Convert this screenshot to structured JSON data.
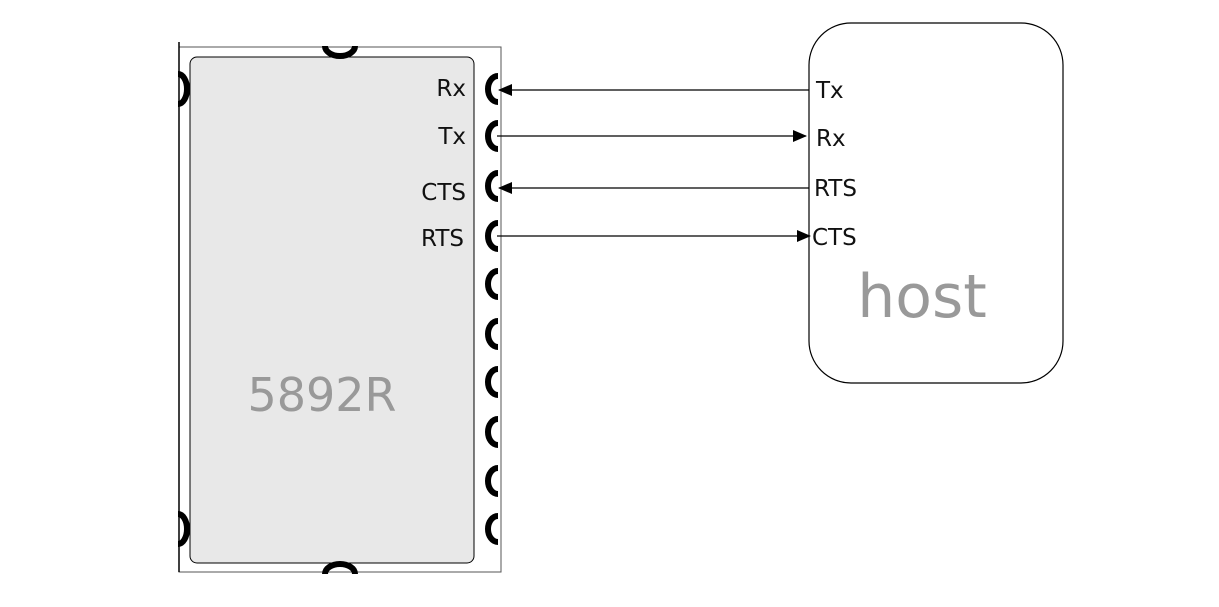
{
  "module": {
    "name": "5892R",
    "pins": [
      {
        "label": "Rx"
      },
      {
        "label": "Tx"
      },
      {
        "label": "CTS"
      },
      {
        "label": "RTS"
      }
    ]
  },
  "host": {
    "name": "host",
    "pins": [
      {
        "label": "Tx"
      },
      {
        "label": "Rx"
      },
      {
        "label": "RTS"
      },
      {
        "label": "CTS"
      }
    ]
  },
  "connections": [
    {
      "from": "host.Tx",
      "to": "module.Rx"
    },
    {
      "from": "module.Tx",
      "to": "host.Rx"
    },
    {
      "from": "host.RTS",
      "to": "module.CTS"
    },
    {
      "from": "module.RTS",
      "to": "host.CTS"
    }
  ],
  "colors": {
    "module_fill": "#e8e8e8",
    "stroke": "#000000",
    "label_gray": "#999999"
  }
}
